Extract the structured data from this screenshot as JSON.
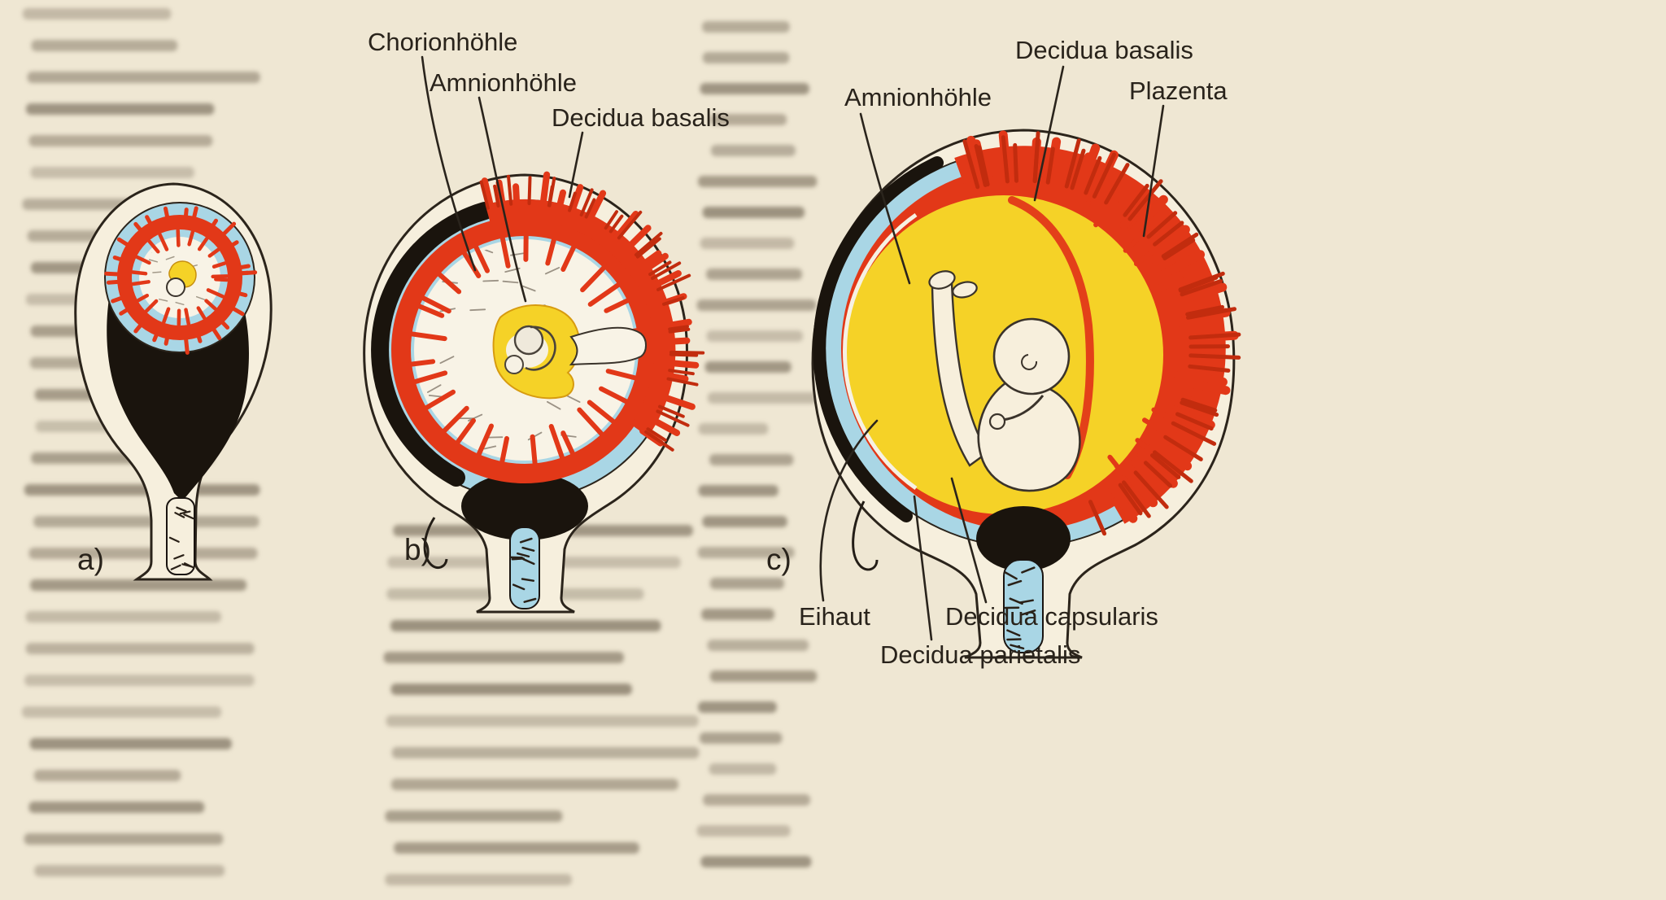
{
  "page": {
    "background": "#efe7d3"
  },
  "colors": {
    "red": "#e23818",
    "red_dark": "#c22c0e",
    "blue": "#a9d6e5",
    "yellow": "#f5d227",
    "black": "#1a140d",
    "cream": "#f6efdd",
    "white_cavity": "#f8f3e6",
    "line": "#2a241c",
    "ink": "#29231b",
    "blur_text": "#6e6250"
  },
  "panels": {
    "a": {
      "letter": "a)"
    },
    "b": {
      "letter": "b)",
      "labels": {
        "chorionhoehle": "Chorionhöhle",
        "amnionhoehle": "Amnionhöhle",
        "decidua_basalis": "Decidua basalis"
      }
    },
    "c": {
      "letter": "c)",
      "labels": {
        "amnionhoehle": "Amnionhöhle",
        "decidua_basalis": "Decidua basalis",
        "plazenta": "Plazenta",
        "eihaut": "Eihaut",
        "decidua_capsularis": "Decidua capsularis",
        "decidua_parietalis": "Decidua parietalis"
      }
    }
  }
}
